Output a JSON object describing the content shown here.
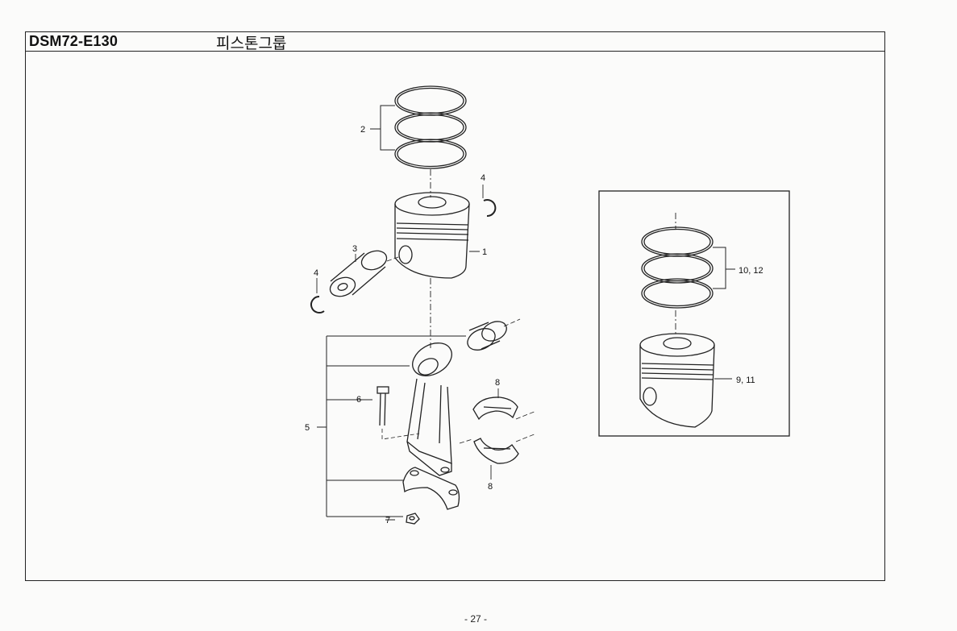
{
  "header": {
    "model": "DSM72-E130",
    "title": "피스톤그룹"
  },
  "callouts": {
    "c1": "1",
    "c2": "2",
    "c3": "3",
    "c4a": "4",
    "c4b": "4",
    "c5": "5",
    "c6": "6",
    "c7": "7",
    "c8a": "8",
    "c8b": "8",
    "c9_11": "9, 11",
    "c10_12": "10, 12"
  },
  "footer": {
    "page_number": "- 27 -"
  }
}
